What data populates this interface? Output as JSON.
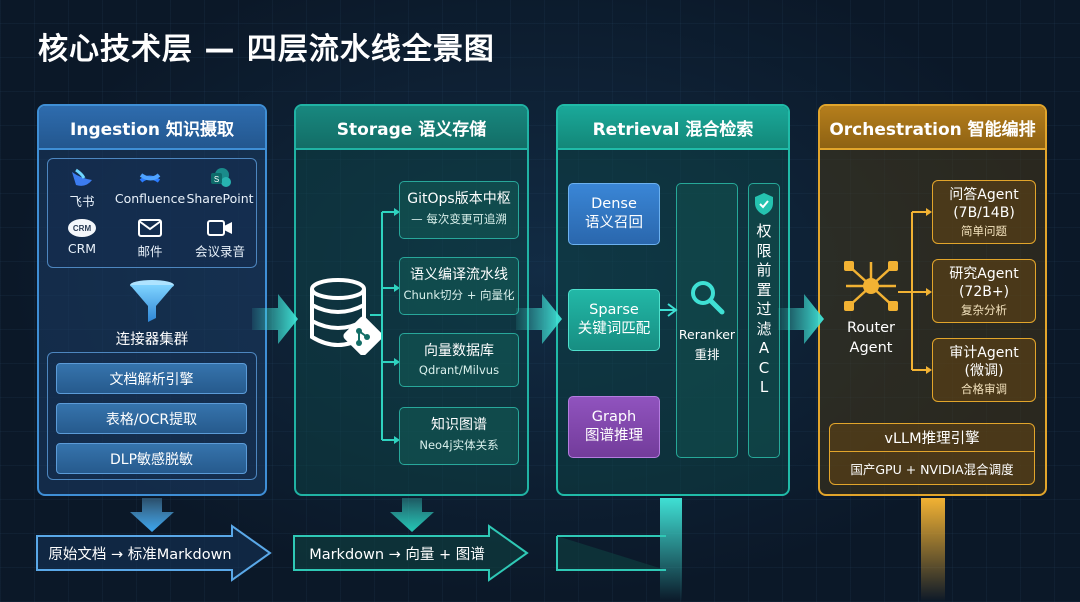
{
  "title": "核心技术层 — 四层流水线全景图",
  "ingestion": {
    "header": "Ingestion 知识摄取",
    "sources": [
      "飞书",
      "Confluence",
      "SharePoint",
      "CRM",
      "邮件",
      "会议录音"
    ],
    "crm_icon_text": "CRM",
    "cluster_label": "连接器集群",
    "engines": [
      "文档解析引擎",
      "表格/OCR提取",
      "DLP敏感脱敏"
    ],
    "output": "原始文档 → 标准Markdown"
  },
  "storage": {
    "header": "Storage 语义存储",
    "boxes": [
      {
        "main": "GitOps版本中枢",
        "sub": "— 每次变更可追溯"
      },
      {
        "main": "语义编译流水线",
        "sub": "Chunk切分 + 向量化"
      },
      {
        "main": "向量数据库",
        "sub": "Qdrant/Milvus"
      },
      {
        "main": "知识图谱",
        "sub": "Neo4j实体关系"
      }
    ],
    "output": "Markdown → 向量 + 图谱"
  },
  "retrieval": {
    "header": "Retrieval 混合检索",
    "dense": [
      "Dense",
      "语义召回"
    ],
    "sparse": [
      "Sparse",
      "关键词匹配"
    ],
    "graph": [
      "Graph",
      "图谱推理"
    ],
    "reranker": [
      "Reranker",
      "重排"
    ],
    "acl": [
      "权",
      "限",
      "前",
      "置",
      "过",
      "滤",
      "A",
      "C",
      "L"
    ]
  },
  "orchestration": {
    "header": "Orchestration 智能编排",
    "router": [
      "Router",
      "Agent"
    ],
    "agents": [
      {
        "name": "问答Agent",
        "model": "(7B/14B)",
        "desc": "简单问题"
      },
      {
        "name": "研究Agent",
        "model": "(72B+)",
        "desc": "复杂分析"
      },
      {
        "name": "审计Agent",
        "model": "(微调)",
        "desc": "合格审调"
      }
    ],
    "engine": "vLLM推理引擎",
    "engine_sub": "国产GPU + NVIDIA混合调度"
  },
  "colors": {
    "blue": "#3f8fd6",
    "teal": "#20b3a4",
    "gold": "#e2a52b",
    "purple": "#8a4fb8",
    "cyan": "#3fe0d4"
  }
}
